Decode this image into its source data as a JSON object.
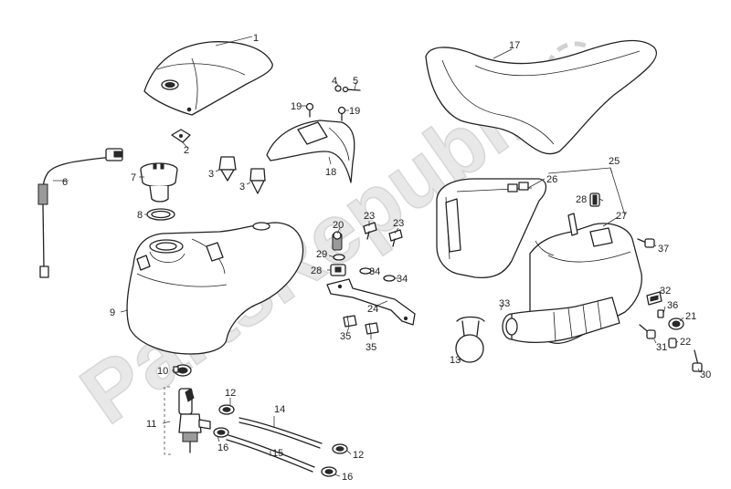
{
  "watermark": {
    "text": "PartsRepublik"
  },
  "callouts": {
    "c1": "1",
    "c2": "2",
    "c3a": "3",
    "c3b": "3",
    "c4": "4",
    "c5": "5",
    "c6": "6",
    "c7": "7",
    "c8": "8",
    "c9": "9",
    "c10": "10",
    "c11": "11",
    "c12a": "12",
    "c12b": "12",
    "c13": "13",
    "c14": "14",
    "c15": "15",
    "c16a": "16",
    "c16b": "16",
    "c17": "17",
    "c18": "18",
    "c19a": "19",
    "c19b": "19",
    "c20": "20",
    "c21": "21",
    "c22": "22",
    "c23a": "23",
    "c23b": "23",
    "c24": "24",
    "c25": "25",
    "c26": "26",
    "c27": "27",
    "c28a": "28",
    "c28b": "28",
    "c29": "29",
    "c30": "30",
    "c31": "31",
    "c32": "32",
    "c33": "33",
    "c34a": "34",
    "c34b": "34",
    "c35a": "35",
    "c35b": "35",
    "c36": "36",
    "c37": "37"
  }
}
